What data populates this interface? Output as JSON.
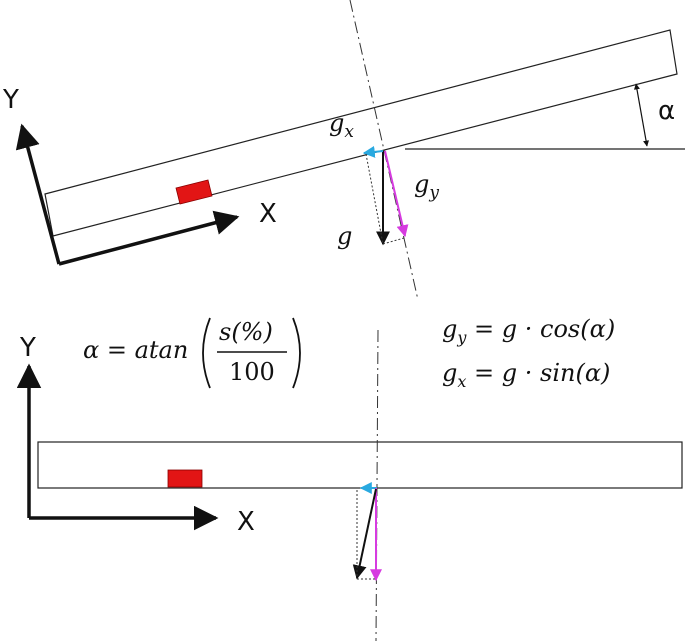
{
  "top_diagram": {
    "axis_y_label": "Y",
    "axis_x_label": "X",
    "angle_label": "α",
    "gx_label_base": "g",
    "gx_label_sub": "x",
    "gy_label_base": "g",
    "gy_label_sub": "y",
    "g_label": "g"
  },
  "formulas": {
    "alpha_lhs": "α = atan",
    "alpha_num": "s(%)",
    "alpha_den": "100",
    "gy_base": "g",
    "gy_sub": "y",
    "gy_rhs": " = g · cos(α)",
    "gx_base": "g",
    "gx_sub": "x",
    "gx_rhs": " = g · sin(α)"
  },
  "bottom_diagram": {
    "axis_y_label": "Y",
    "axis_x_label": "X"
  },
  "colors": {
    "line": "#111111",
    "block": "#e21515",
    "gx_arrow": "#29a9e0",
    "gy_arrow": "#d63be0",
    "g_arrow": "#111111"
  }
}
